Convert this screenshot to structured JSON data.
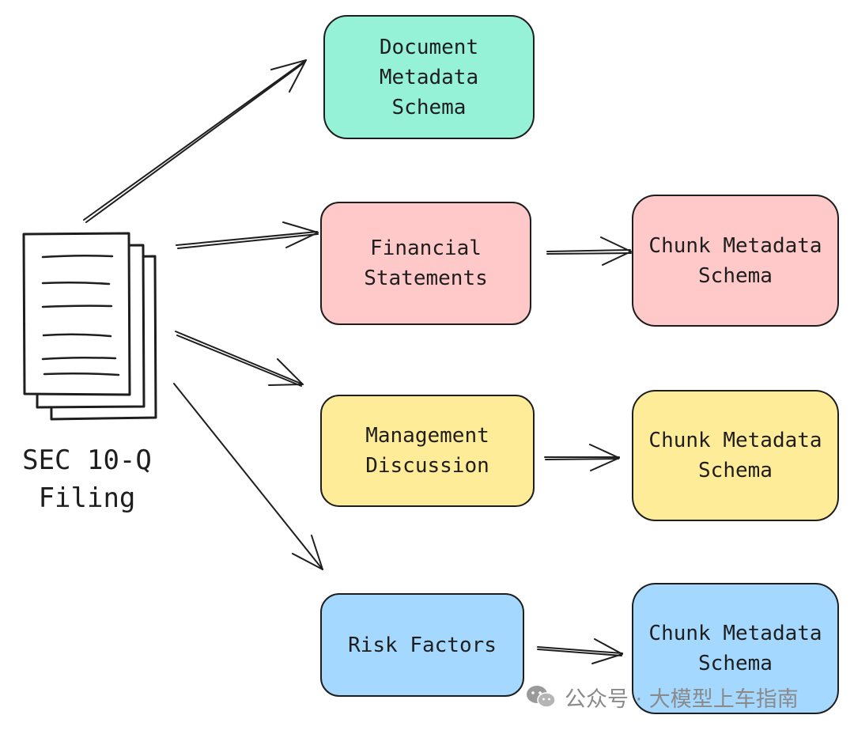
{
  "diagram": {
    "source": {
      "label": "SEC 10-Q\nFiling",
      "icon": "document-stack-icon"
    },
    "nodes": [
      {
        "id": "doc-meta",
        "label": "Document\nMetadata\nSchema",
        "color": "#96f2d7"
      },
      {
        "id": "financial",
        "label": "Financial\nStatements",
        "color": "#ffc9c9"
      },
      {
        "id": "mgmt",
        "label": "Management\nDiscussion",
        "color": "#ffec99"
      },
      {
        "id": "risk",
        "label": "Risk Factors",
        "color": "#a5d8ff"
      },
      {
        "id": "chunk-1",
        "label": "Chunk Metadata\nSchema",
        "color": "#ffc9c9"
      },
      {
        "id": "chunk-2",
        "label": "Chunk Metadata\nSchema",
        "color": "#ffec99"
      },
      {
        "id": "chunk-3",
        "label": "Chunk Metadata\nSchema",
        "color": "#a5d8ff"
      }
    ],
    "edges": [
      {
        "from": "source",
        "to": "doc-meta"
      },
      {
        "from": "source",
        "to": "financial"
      },
      {
        "from": "source",
        "to": "mgmt"
      },
      {
        "from": "source",
        "to": "risk"
      },
      {
        "from": "financial",
        "to": "chunk-1"
      },
      {
        "from": "mgmt",
        "to": "chunk-2"
      },
      {
        "from": "risk",
        "to": "chunk-3"
      }
    ]
  },
  "watermark": {
    "text": "公众号 · 大模型上车指南",
    "icon": "wechat-icon"
  }
}
